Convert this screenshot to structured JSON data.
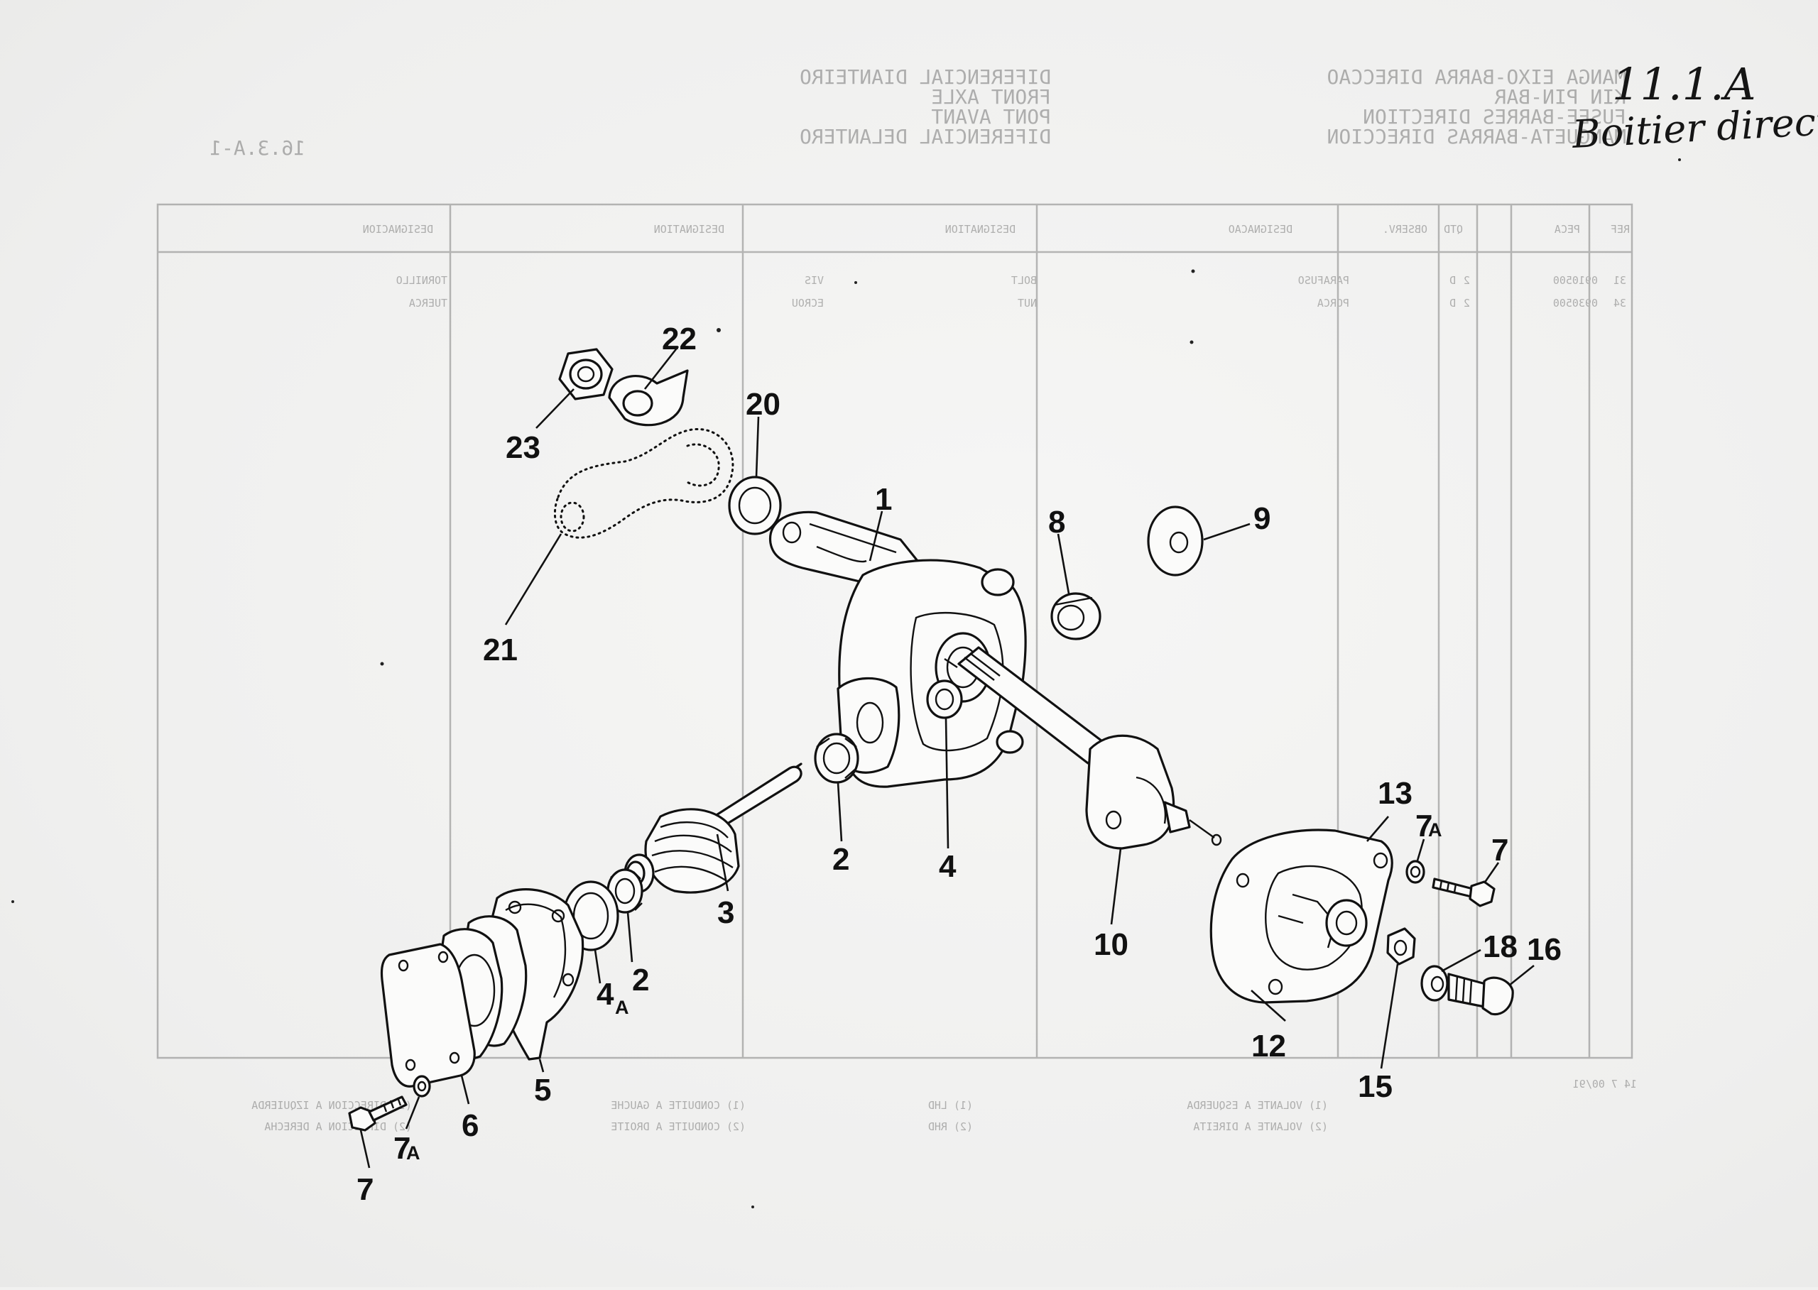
{
  "handwritten": {
    "page_ref": "11.1.A",
    "note": "Boitier direct"
  },
  "header_mirrored": {
    "left_column": [
      "MANGA EIXO-BARRA DIRECCAO",
      "KIN PIN-BAR",
      "FUSEE-BARRES DIRECTION",
      "MANGUETA-BARRAS DIRECCION"
    ],
    "middle_column": [
      "DIFERENCIAL DIANTEIRO",
      "FRONT AXLE",
      "PONT AVANT",
      "DIFERENCIAL DELANTERO"
    ],
    "page_code": "16.3.A-1"
  },
  "parts_table_mirrored": {
    "headers": [
      "REF",
      "PECA",
      "QTD",
      "OBSERV.",
      "DESIGNACAO",
      "DESIGNATION",
      "DESIGNATION",
      "DESIGNACION"
    ],
    "rows": [
      [
        "31",
        "0910500",
        "2",
        "D",
        "PARAFUSO",
        "BOLT",
        "VIS",
        "TORNILLO"
      ],
      [
        "34",
        "0930500",
        "2",
        "D",
        "PORCA",
        "NUT",
        "ECROU",
        "TUERCA"
      ]
    ]
  },
  "footnotes_mirrored": {
    "code": "14 7 00/91",
    "col1": [
      "(1) VOLANTE A ESQUERDA",
      "(2) VOLANTE A DIREITA"
    ],
    "col2": [
      "(1) LHD",
      "(2) RHD"
    ],
    "col3": [
      "(1) CONDUITE A GAUCHE",
      "(2) CONDUITE A DROITE"
    ],
    "col4": [
      "(1) DIRECCION A IZQUIERDA",
      "(2) DIRECCION A DERECHA"
    ]
  },
  "callouts": [
    {
      "id": "c1",
      "label": "1"
    },
    {
      "id": "c2a",
      "label": "2"
    },
    {
      "id": "c2b",
      "label": "2"
    },
    {
      "id": "c3",
      "label": "3"
    },
    {
      "id": "c4",
      "label": "4"
    },
    {
      "id": "c4a",
      "label": "4",
      "sub": "A"
    },
    {
      "id": "c5",
      "label": "5"
    },
    {
      "id": "c6",
      "label": "6"
    },
    {
      "id": "c7a",
      "label": "7"
    },
    {
      "id": "c7b",
      "label": "7"
    },
    {
      "id": "c7Aa",
      "label": "7",
      "sub": "A"
    },
    {
      "id": "c7Ab",
      "label": "7",
      "sub": "A"
    },
    {
      "id": "c8",
      "label": "8"
    },
    {
      "id": "c9",
      "label": "9"
    },
    {
      "id": "c10",
      "label": "10"
    },
    {
      "id": "c12",
      "label": "12"
    },
    {
      "id": "c13",
      "label": "13"
    },
    {
      "id": "c15",
      "label": "15"
    },
    {
      "id": "c16",
      "label": "16"
    },
    {
      "id": "c18",
      "label": "18"
    },
    {
      "id": "c20",
      "label": "20"
    },
    {
      "id": "c21",
      "label": "21"
    },
    {
      "id": "c22",
      "label": "22"
    },
    {
      "id": "c23",
      "label": "23"
    }
  ]
}
